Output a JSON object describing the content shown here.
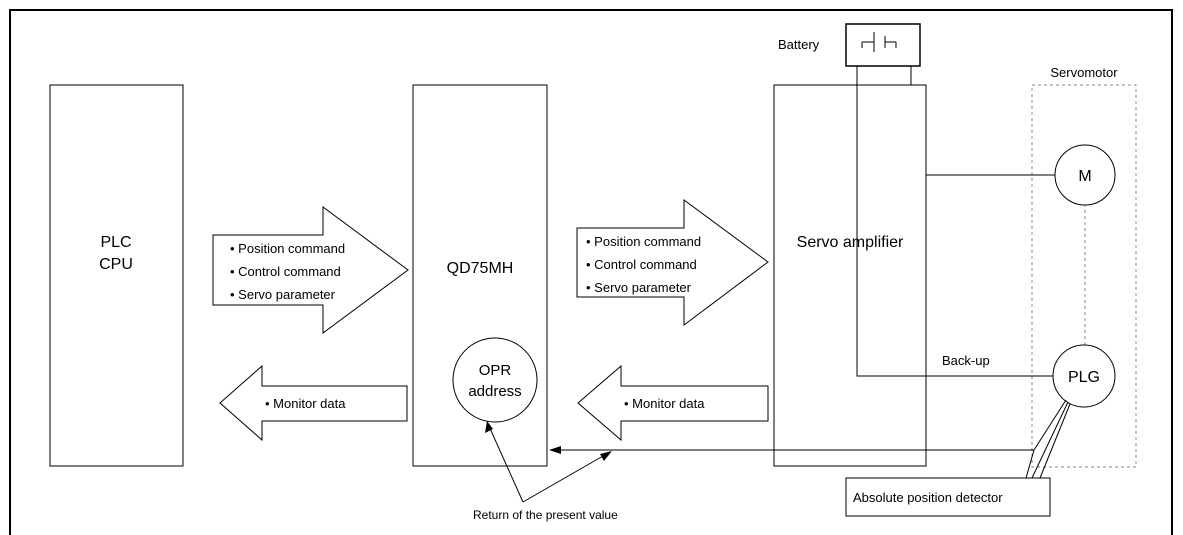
{
  "blocks": {
    "plc_line1": "PLC",
    "plc_line2": "CPU",
    "qd75": "QD75MH",
    "servo_amp": "Servo amplifier",
    "servomotor": "Servomotor",
    "battery": "Battery",
    "motor": "M",
    "plg": "PLG",
    "opr_line1": "OPR",
    "opr_line2": "address"
  },
  "commands_left": [
    "Position command",
    "Control command",
    "Servo parameter"
  ],
  "commands_right": [
    "Position command",
    "Control command",
    "Servo parameter"
  ],
  "monitor_left": "Monitor data",
  "monitor_right": "Monitor data",
  "backup": "Back-up",
  "absolute_detector": "Absolute position detector",
  "return_value": "Return of the present value"
}
